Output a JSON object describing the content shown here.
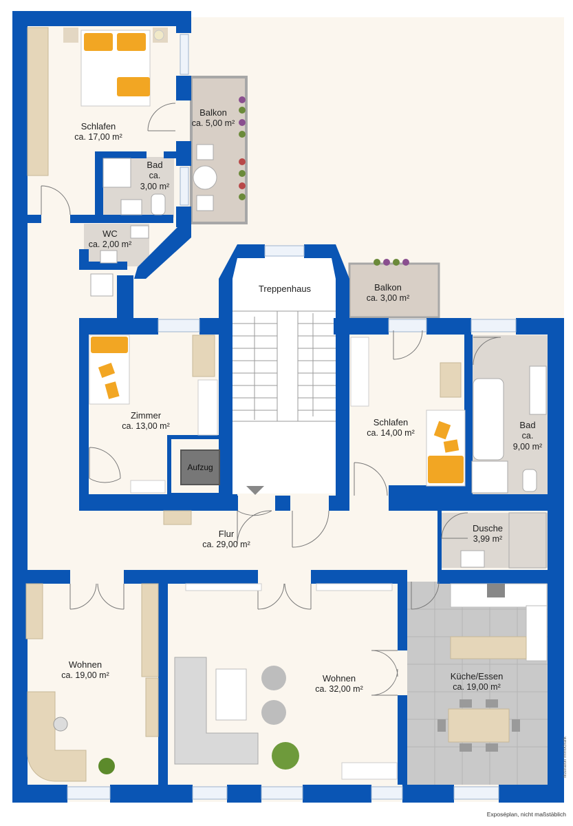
{
  "plan": {
    "rooms": [
      {
        "id": "schlafen-1",
        "name": "Schlafen",
        "area": "ca. 17,00 m²"
      },
      {
        "id": "balkon-1",
        "name": "Balkon",
        "area": "ca. 5,00 m²"
      },
      {
        "id": "bad-1",
        "name": "Bad",
        "area_line1": "ca.",
        "area_line2": "3,00 m²"
      },
      {
        "id": "wc",
        "name": "WC",
        "area": "ca. 2,00 m²"
      },
      {
        "id": "treppenhaus",
        "name": "Treppenhaus"
      },
      {
        "id": "balkon-2",
        "name": "Balkon",
        "area": "ca. 3,00 m²"
      },
      {
        "id": "zimmer",
        "name": "Zimmer",
        "area": "ca. 13,00 m²"
      },
      {
        "id": "aufzug",
        "name": "Aufzug"
      },
      {
        "id": "schlafen-2",
        "name": "Schlafen",
        "area": "ca. 14,00 m²"
      },
      {
        "id": "bad-2",
        "name": "Bad",
        "area_line1": "ca.",
        "area_line2": "9,00 m²"
      },
      {
        "id": "flur",
        "name": "Flur",
        "area": "ca. 29,00 m²"
      },
      {
        "id": "dusche",
        "name": "Dusche",
        "area": "3,99 m²"
      },
      {
        "id": "wohnen-1",
        "name": "Wohnen",
        "area": "ca. 19,00 m²"
      },
      {
        "id": "wohnen-2",
        "name": "Wohnen",
        "area": "ca. 32,00 m²"
      },
      {
        "id": "kueche",
        "name": "Küche/Essen",
        "area": "ca. 19,00 m²"
      }
    ],
    "footer_note": "Exposéplan, nicht maßstäblich",
    "credit": "Illustration ImmoGrafik",
    "colors": {
      "wall": "#0a55b4",
      "floor": "#fbf6ee",
      "tile": "#c9c9c9",
      "balcony": "#d8cfc6",
      "furniture_accent": "#f2a623"
    }
  }
}
